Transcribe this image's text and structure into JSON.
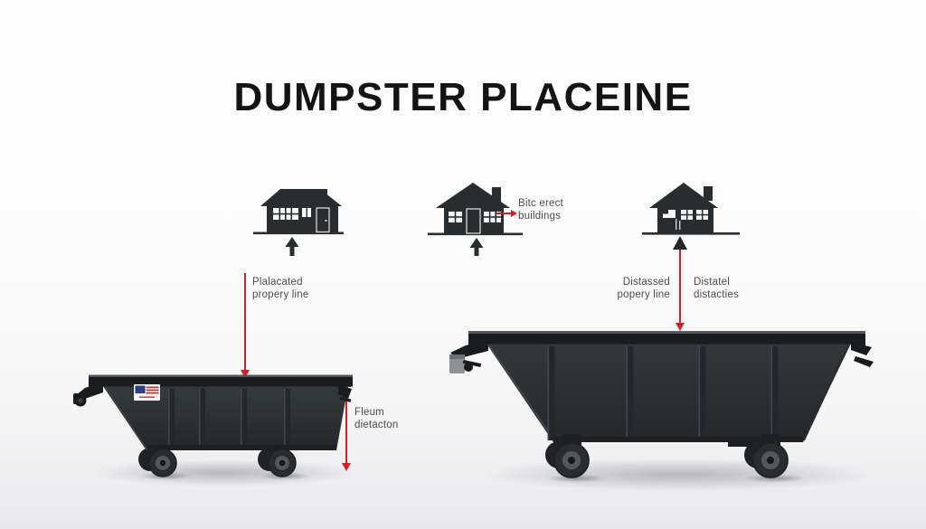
{
  "title": "DUMPSTER PLACEINE",
  "annotations": {
    "building_note": "Bitc erect\nbuildings",
    "left_property_line": "Plalacated\npropery line",
    "right_property_line": "Distassed\npopery line",
    "right_distance": "Distatel\ndistacties",
    "height_note": "Fleum\ndietacton"
  },
  "colors": {
    "accent_red": "#ce2127",
    "silhouette_black": "#2a2d2f",
    "dumpster_body": "#2e3134",
    "label_text": "#4b4b4b",
    "title_text": "#141414",
    "background_top": "#fdfdfe",
    "background_bottom": "#e9e9eb"
  }
}
